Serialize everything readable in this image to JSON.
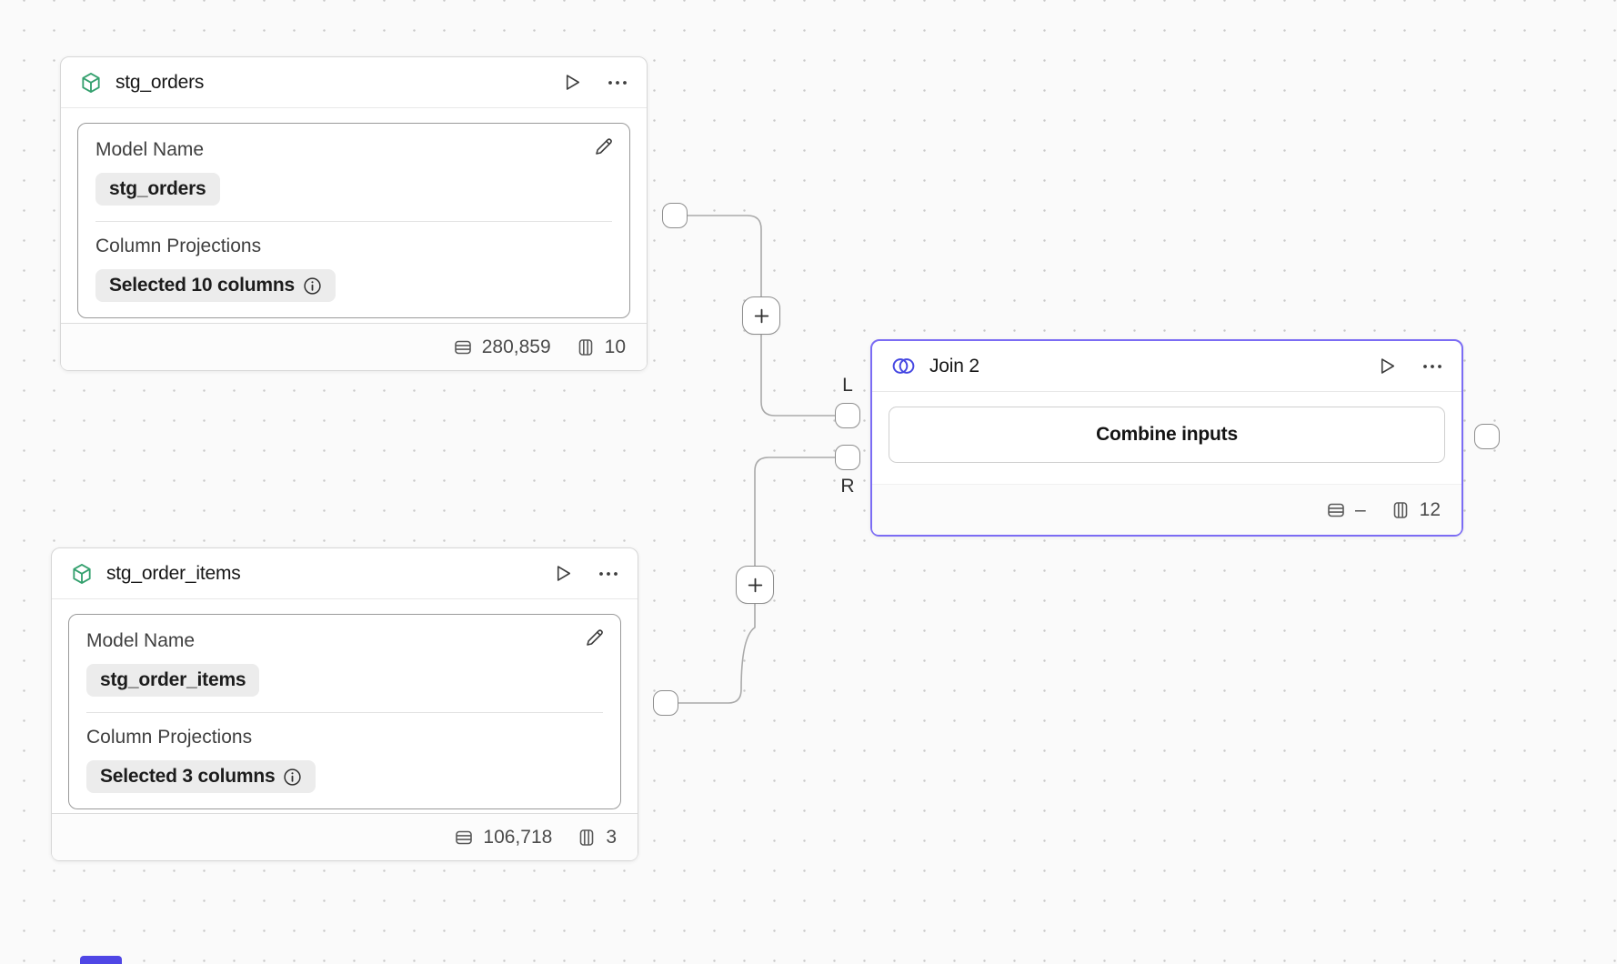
{
  "canvas": {
    "background": "#fafafa",
    "dot_color": "#c9c9c9",
    "wire_color": "#a9a9a9",
    "selection_color": "#7b6cf4",
    "model_icon_color": "#34a06e",
    "join_icon_color": "#4547e2",
    "bottom_accent_color": "#4f46e5"
  },
  "nodes": {
    "stg_orders": {
      "title": "stg_orders",
      "model_name_label": "Model Name",
      "model_name_value": "stg_orders",
      "projections_label": "Column Projections",
      "projections_value": "Selected 10 columns",
      "row_count": "280,859",
      "column_count": "10"
    },
    "stg_order_items": {
      "title": "stg_order_items",
      "model_name_label": "Model Name",
      "model_name_value": "stg_order_items",
      "projections_label": "Column Projections",
      "projections_value": "Selected 3 columns",
      "row_count": "106,718",
      "column_count": "3"
    },
    "join": {
      "title": "Join 2",
      "action_label": "Combine inputs",
      "row_count": "–",
      "column_count": "12",
      "left_port_label": "L",
      "right_port_label": "R"
    }
  },
  "icons": {
    "model": "cube-icon",
    "join": "venn-icon",
    "run": "play-icon",
    "menu": "ellipsis-icon",
    "edit": "pencil-icon",
    "info": "info-icon",
    "rows": "table-rows-icon",
    "columns": "table-columns-icon",
    "add": "plus-icon"
  }
}
